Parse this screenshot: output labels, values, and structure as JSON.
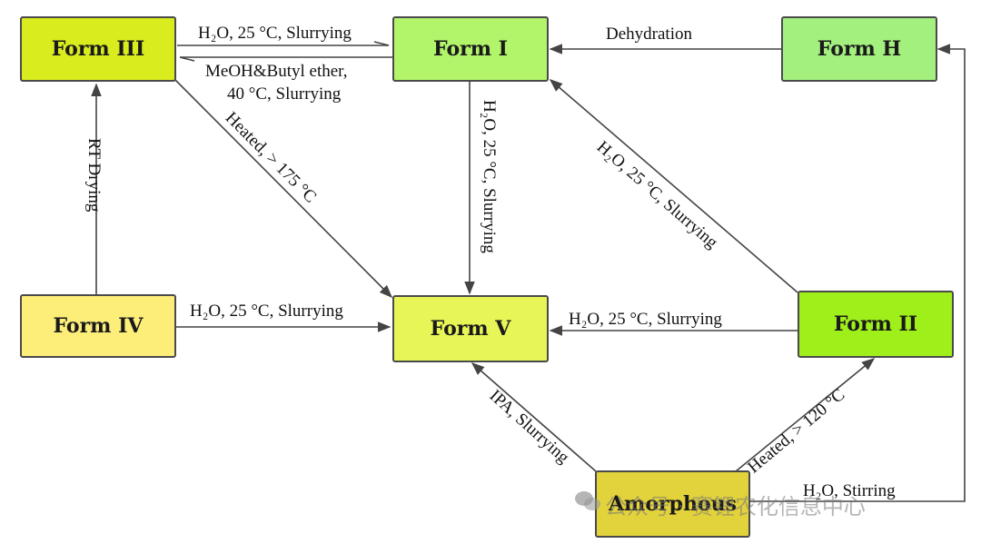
{
  "nodes": {
    "form_iii": "Form III",
    "form_i": "Form I",
    "form_h": "Form H",
    "form_iv": "Form IV",
    "form_v": "Form V",
    "form_ii": "Form II",
    "amorphous": "Amorphous"
  },
  "edges": {
    "iii_to_i": "H₂O, 25 °C, Slurrying",
    "i_to_iii_line1": "MeOH&Butyl ether,",
    "i_to_iii_line2": "40 °C, Slurrying",
    "h_to_i": "Dehydration",
    "iv_to_iii": "RT Drying",
    "iii_to_v": "Heated, > 175 °C",
    "i_to_v": "H₂O, 25 °C, Slurrying",
    "ii_to_i": "H₂O, 25 °C, Slurrying",
    "iv_to_v": "H₂O, 25 °C, Slurrying",
    "ii_to_v": "H₂O, 25 °C, Slurrying",
    "amorphous_to_v": "IPA, Slurrying",
    "amorphous_to_ii": "Heated, > 120 °C",
    "amorphous_to_h": "H₂O, Stirring"
  },
  "colors": {
    "form_iii": "#d9ec1e",
    "form_i": "#b2f56b",
    "form_h": "#a4f07f",
    "form_iv": "#fdee7a",
    "form_v": "#e8f556",
    "form_ii": "#9ff01b",
    "amorphous": "#e2d23b",
    "arrow": "#444444"
  },
  "watermark": "公众号 · 赛锂农化信息中心"
}
